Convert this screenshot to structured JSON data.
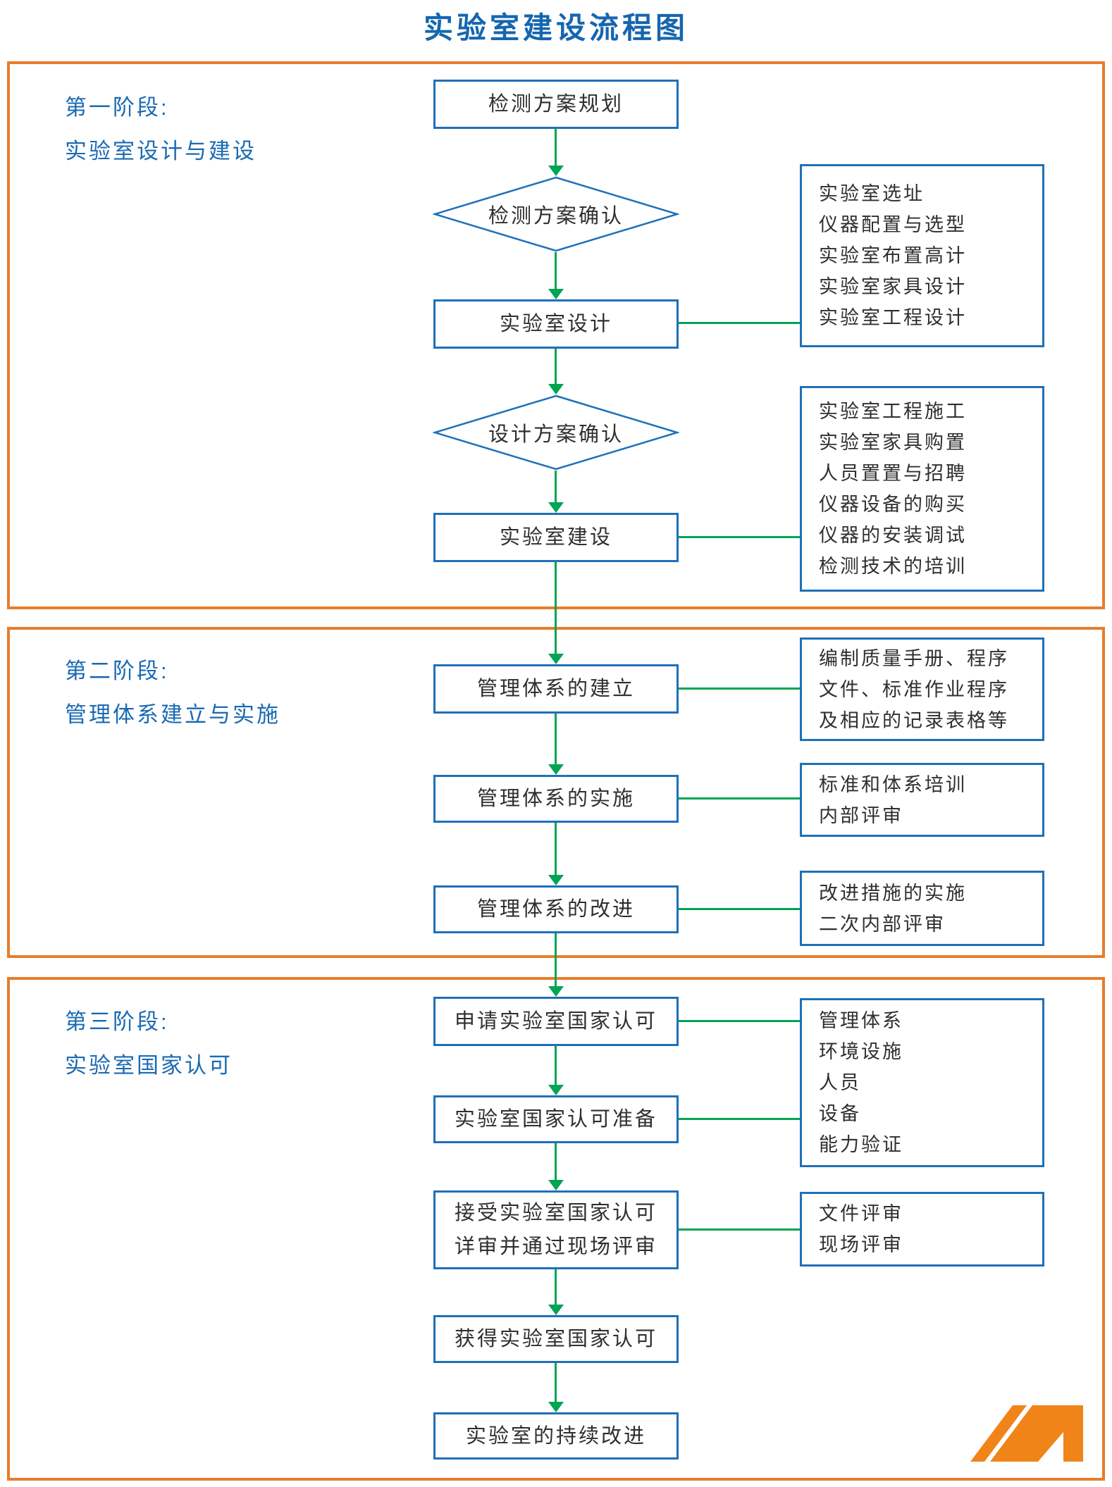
{
  "title": "实验室建设流程图",
  "stages": [
    {
      "line1": "第一阶段:",
      "line2": "实验室设计与建设"
    },
    {
      "line1": "第二阶段:",
      "line2": "管理体系建立与实施"
    },
    {
      "line1": "第三阶段:",
      "line2": "实验室国家认可"
    }
  ],
  "flow": {
    "nodes": {
      "plan": "检测方案规划",
      "confirm_plan": "检测方案确认",
      "lab_design": "实验室设计",
      "confirm_design": "设计方案确认",
      "lab_build": "实验室建设",
      "sys_build": "管理体系的建立",
      "sys_impl": "管理体系的实施",
      "sys_improve": "管理体系的改进",
      "apply": "申请实验室国家认可",
      "prepare": "实验室国家认可准备",
      "accept_line1": "接受实验室国家认可",
      "accept_line2": "详审并通过现场评审",
      "obtain": "获得实验室国家认可",
      "continuous": "实验室的持续改进"
    }
  },
  "sideboxes": [
    {
      "lines": [
        "实验室选址",
        "仪器配置与选型",
        "实验室布置高计",
        "实验室家具设计",
        "实验室工程设计"
      ]
    },
    {
      "lines": [
        "实验室工程施工",
        "实验室家具购置",
        "人员置置与招聘",
        "仪器设备的购买",
        "仪器的安装调试",
        "检测技术的培训"
      ]
    },
    {
      "lines": [
        "编制质量手册、程序",
        "文件、标准作业程序",
        "及相应的记录表格等"
      ]
    },
    {
      "lines": [
        "标准和体系培训",
        "内部评审"
      ]
    },
    {
      "lines": [
        "改进措施的实施",
        "二次内部评审"
      ]
    },
    {
      "lines": [
        "管理体系",
        "环境设施",
        "人员",
        "设备",
        "能力验证"
      ]
    },
    {
      "lines": [
        "文件评审",
        "现场评审"
      ]
    }
  ],
  "colors": {
    "blue_border": "#1f70b8",
    "blue_text": "#1a6ab2",
    "orange_frame": "#e87d2b",
    "green_arrow": "#00a551",
    "logo_orange": "#f08418"
  }
}
